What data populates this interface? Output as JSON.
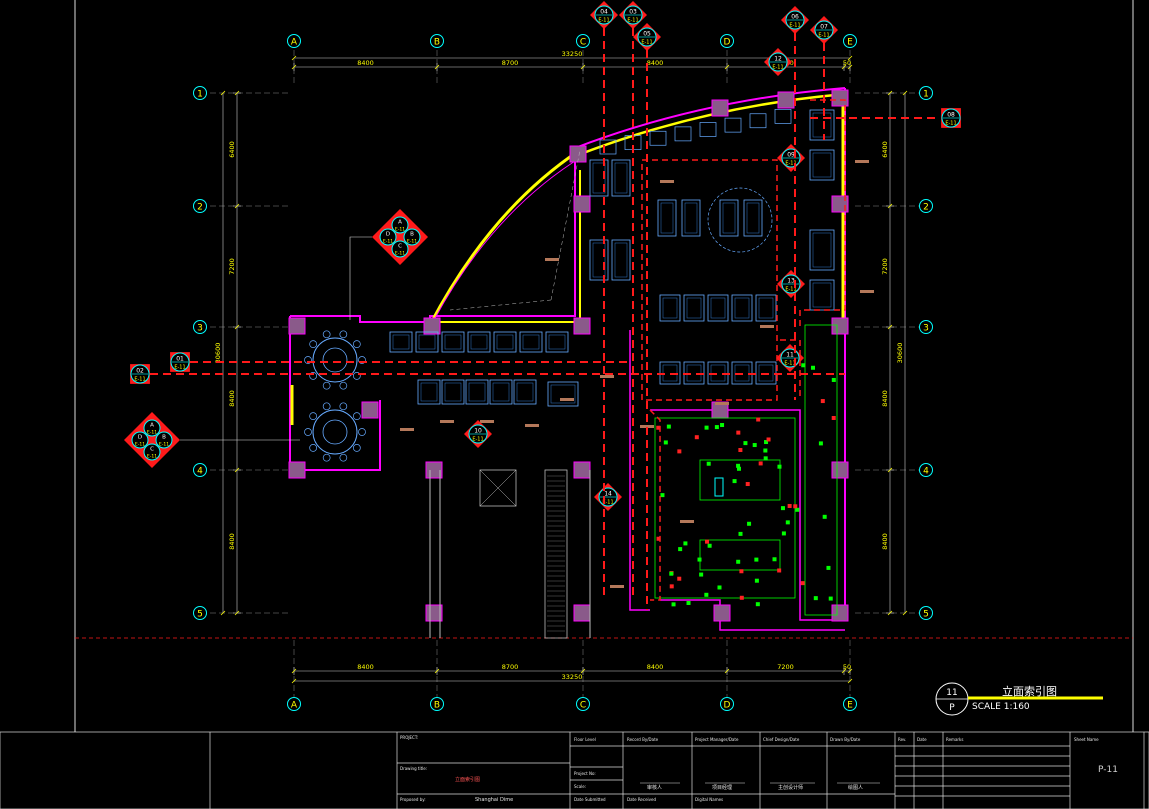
{
  "colors": {
    "background": "#000000",
    "grid_bubble": "#00ffff",
    "wall": "#ff00ff",
    "index_marker": "#ff1a1a",
    "dimension": "#ffff00",
    "furniture": "#66aaff",
    "glass": "#ffff00",
    "kitchen": "#00ff00",
    "text": "#ffffff"
  },
  "grid": {
    "columns": [
      "A",
      "B",
      "C",
      "D",
      "E"
    ],
    "rows": [
      "1",
      "2",
      "3",
      "4",
      "5"
    ]
  },
  "dimensions": {
    "top_spans": [
      "8400",
      "8700",
      "8400",
      "7200",
      "50"
    ],
    "top_total": "33250",
    "bottom_spans": [
      "8400",
      "8700",
      "8400",
      "7200",
      "50"
    ],
    "bottom_total": "33250",
    "left_spans": [
      "6400",
      "7200",
      "8400",
      "8400"
    ],
    "left_total": "30600",
    "right_spans": [
      "6400",
      "7200",
      "8400",
      "8400"
    ],
    "right_total": "30600"
  },
  "index_markers": [
    {
      "num": "01",
      "sheet": "E-11"
    },
    {
      "num": "02",
      "sheet": "E-11"
    },
    {
      "num": "03",
      "sheet": "E-11"
    },
    {
      "num": "04",
      "sheet": "E-11"
    },
    {
      "num": "05",
      "sheet": "E-11"
    },
    {
      "num": "06",
      "sheet": "E-11"
    },
    {
      "num": "07",
      "sheet": "E-11"
    },
    {
      "num": "08",
      "sheet": "E-11"
    },
    {
      "num": "09",
      "sheet": "E-11"
    },
    {
      "num": "10",
      "sheet": "E-11"
    },
    {
      "num": "11",
      "sheet": "E-11"
    },
    {
      "num": "12",
      "sheet": "E-11"
    },
    {
      "num": "13",
      "sheet": "E-11"
    },
    {
      "num": "14",
      "sheet": "E-11"
    }
  ],
  "quad_markers": [
    {
      "letters": [
        "A",
        "B",
        "C",
        "D"
      ],
      "sheet": "E-11"
    },
    {
      "letters": [
        "A",
        "B",
        "C",
        "D"
      ],
      "sheet": "E-11"
    }
  ],
  "drawing_title": {
    "number": "11",
    "sheet_letter": "P",
    "title": "立面索引图",
    "scale": "SCALE 1:160"
  },
  "title_block": {
    "project_label": "PROJECT:",
    "drawing_title_label": "Drawing title:",
    "drawing_title_value": "立面索引图",
    "proposed_by_label": "Proposed by:",
    "proposed_by_value": "Shanghai Dime",
    "floor_level_label": "Floor Level",
    "project_no_label": "Project No:",
    "scale_label": "Scale:",
    "date_submitted_label": "Date Submitted",
    "record_by_label": "Record By/Date",
    "record_by_value": "审核人",
    "date_received_label": "Date Received",
    "project_manager_label": "Project Manager/Date",
    "project_manager_value": "项目经理",
    "digital_names_label": "Digital Names",
    "chief_design_label": "Chief Design/Date",
    "chief_design_value": "主创设计师",
    "drawn_by_label": "Drawn By/Date",
    "drawn_by_value": "绘图人",
    "rev_label": "Rev.",
    "date_label": "Date",
    "remarks_label": "Remarks",
    "sheet_label": "Sheet Name",
    "sheet_no": "P-11"
  }
}
